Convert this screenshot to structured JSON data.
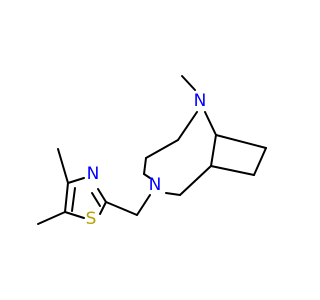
{
  "molecule": {
    "atoms": {
      "bridge_nitrogen": {
        "symbol": "N",
        "color": "#0000ff"
      },
      "ring_nitrogen": {
        "symbol": "N",
        "color": "#0000ff"
      },
      "thiazole_nitrogen": {
        "symbol": "N",
        "color": "#0000ff"
      },
      "thiazole_sulfur": {
        "symbol": "S",
        "color": "#b8a000"
      }
    }
  }
}
